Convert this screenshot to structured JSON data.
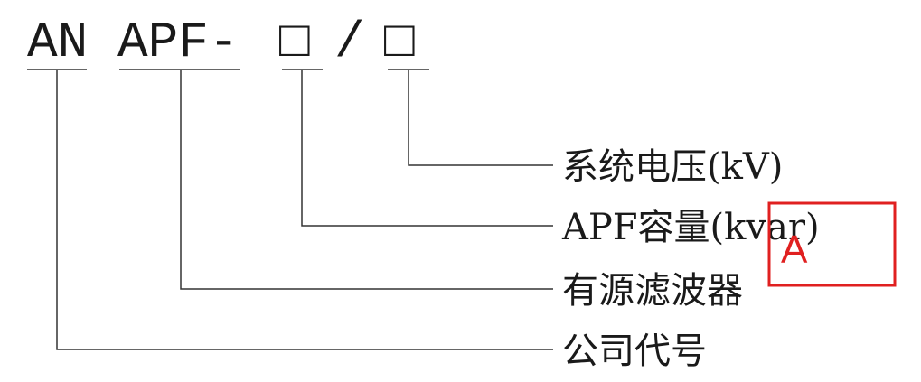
{
  "model_code": {
    "part_company": "AN",
    "part_product": "APF-",
    "placeholder_capacity": "□",
    "separator": "/",
    "placeholder_voltage": "□"
  },
  "legend": {
    "system_voltage": "系统电压(kV)",
    "apf_capacity": "APF容量(kvar)",
    "active_filter": "有源滤波器",
    "company_code": "公司代号"
  },
  "annotation": {
    "label": "A",
    "color": "#e02020"
  },
  "colors": {
    "text": "#1a1a1a",
    "line": "#333333"
  }
}
